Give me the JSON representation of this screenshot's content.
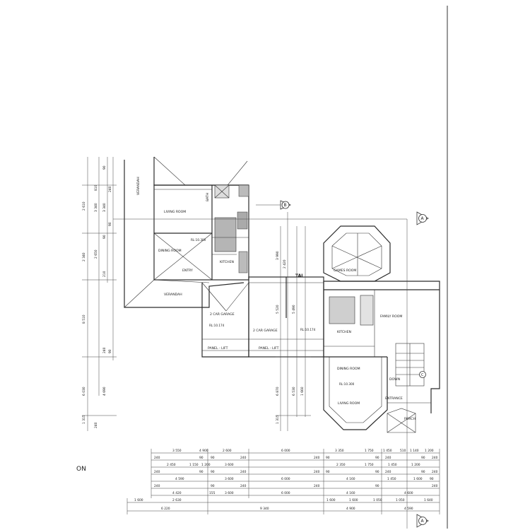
{
  "title_fragment": "ON",
  "markers": {
    "section_a": "A",
    "section_b": "B",
    "section_c": "C",
    "tag_tai": "TAI"
  },
  "rooms": {
    "left": {
      "verandah_top": "VERANDAH",
      "living_room": "LIVING ROOM",
      "bath": "BATH",
      "dining_room": "DINING ROOM",
      "kitchen": "KITCHEN",
      "entry": "ENTRY",
      "verandah": "VERANDAH",
      "car_garage": "2 CAR GARAGE",
      "panel_lift": "PANEL - LIFT"
    },
    "right": {
      "games_room": "GAMES ROOM",
      "family_room": "FAMILY ROOM",
      "kitchen": "KITCHEN",
      "dining_room": "DINING ROOM",
      "living_room": "LIVING ROOM",
      "entrance": "ENTRANCE",
      "porch": "PORCH",
      "down": "DOWN",
      "car_garage": "2 CAR GARAGE",
      "panel_lift": "PANEL - LIFT"
    }
  },
  "levels": {
    "left_main": "RL:10.300",
    "left_garage": "RL:10.174",
    "right_garage": "RL:10.174",
    "right_dining": "RL:10.300"
  },
  "dims_vertical_left_outer": [
    "2 610",
    "2 340",
    "8 510",
    "6 030",
    "1 315",
    "240"
  ],
  "dims_vertical_left_inner": [
    "3 340",
    "2 650",
    "3 340",
    "4 690"
  ],
  "dims_vertical_left_small": [
    "90",
    "810",
    "240",
    "90",
    "90",
    "210",
    "240",
    "90"
  ],
  "dims_vertical_center": [
    "3 990",
    "2 420",
    "5 520",
    "6 870",
    "1 315"
  ],
  "dims_vertical_center2": [
    "5 490",
    "6 530",
    "1 660"
  ],
  "dims_horizontal_top": {
    "row1": [
      "3 550",
      "4 900",
      "2 600",
      "6 000",
      "3 350",
      "1 750",
      "1 450",
      "510",
      "1 140",
      "1 200"
    ],
    "row2": [
      "240",
      "90",
      "90",
      "240",
      "240",
      "90",
      "90",
      "240",
      "90",
      "240"
    ],
    "row3": [
      "2 450",
      "1 150",
      "1 200",
      "3 600",
      "2 350",
      "1 750",
      "1 450",
      "1 200"
    ],
    "row4": [
      "240",
      "90",
      "90",
      "240",
      "240",
      "90",
      "90",
      "240",
      "90",
      "240"
    ],
    "row5": [
      "4 590",
      "3 600",
      "6 000",
      "4 160",
      "1 450",
      "1 600",
      "90"
    ],
    "row6": [
      "240",
      "90",
      "240",
      "240",
      "90",
      "240"
    ],
    "row7": [
      "4 420",
      "155",
      "3 600",
      "6 000",
      "4 160",
      "4 600"
    ],
    "row8": [
      "1 600",
      "2 630",
      "1 600",
      "1 600",
      "1 050",
      "1 050",
      "1 640"
    ],
    "row9": [
      "6 220",
      "9 340",
      "4 900",
      "4 590"
    ]
  }
}
